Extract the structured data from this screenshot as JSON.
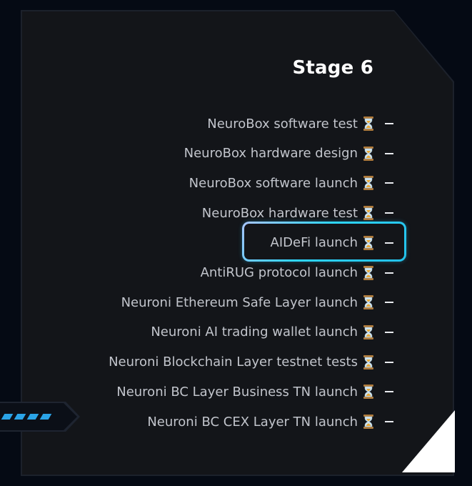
{
  "stage": {
    "title": "Stage 6",
    "items": [
      {
        "label": "NeuroBox software test",
        "status_icon": "hourglass-icon",
        "dash": "–"
      },
      {
        "label": "NeuroBox hardware design",
        "status_icon": "hourglass-icon",
        "dash": "–"
      },
      {
        "label": "NeuroBox software launch",
        "status_icon": "hourglass-icon",
        "dash": "–"
      },
      {
        "label": "NeuroBox hardware test",
        "status_icon": "hourglass-icon",
        "dash": "–"
      },
      {
        "label": "AIDeFi launch",
        "status_icon": "hourglass-icon",
        "dash": "–",
        "highlighted": true
      },
      {
        "label": "AntiRUG protocol launch",
        "status_icon": "hourglass-icon",
        "dash": "–"
      },
      {
        "label": "Neuroni Ethereum Safe Layer launch",
        "status_icon": "hourglass-icon",
        "dash": "–"
      },
      {
        "label": "Neuroni AI trading wallet launch",
        "status_icon": "hourglass-icon",
        "dash": "–"
      },
      {
        "label": "Neuroni Blockchain Layer testnet tests",
        "status_icon": "hourglass-icon",
        "dash": "–"
      },
      {
        "label": "Neuroni BC Layer Business TN launch",
        "status_icon": "hourglass-icon",
        "dash": "–"
      },
      {
        "label": "Neuroni BC CEX Layer TN launch",
        "status_icon": "hourglass-icon",
        "dash": "–"
      }
    ]
  },
  "colors": {
    "background": "#050a14",
    "panel": "#131519",
    "text": "#c2c5cc",
    "title": "#ffffff",
    "highlight_border": "#2fd6ff",
    "stripe": "#2aa3e6"
  }
}
